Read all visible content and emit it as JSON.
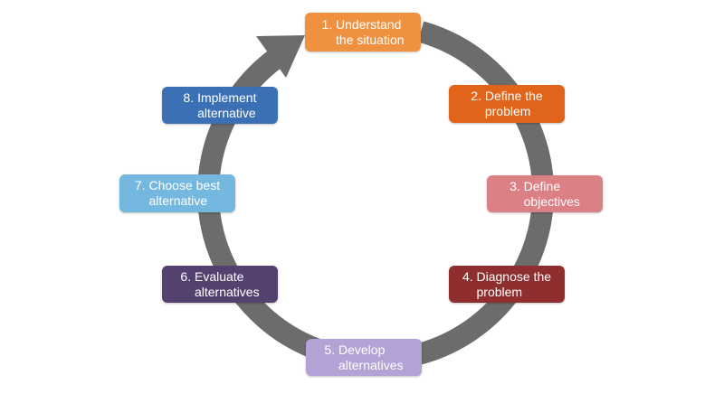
{
  "diagram": {
    "steps": [
      {
        "id": "step-1",
        "label": "1. Understand\n    the situation",
        "color": "#F0913F"
      },
      {
        "id": "step-2",
        "label": "2. Define the\n    problem",
        "color": "#E2641A"
      },
      {
        "id": "step-3",
        "label": "3. Define\n    objectives",
        "color": "#DB8185"
      },
      {
        "id": "step-4",
        "label": "4. Diagnose the\n    problem",
        "color": "#8E2E2F"
      },
      {
        "id": "step-5",
        "label": "5. Develop\n    alternatives",
        "color": "#B3A2D6"
      },
      {
        "id": "step-6",
        "label": "6. Evaluate\n    alternatives",
        "color": "#55416F"
      },
      {
        "id": "step-7",
        "label": "7. Choose best\n    alternative",
        "color": "#74B8E0"
      },
      {
        "id": "step-8",
        "label": "8. Implement\n    alternative",
        "color": "#3B70B4"
      }
    ],
    "arrow_color": "#6C6C6C"
  }
}
